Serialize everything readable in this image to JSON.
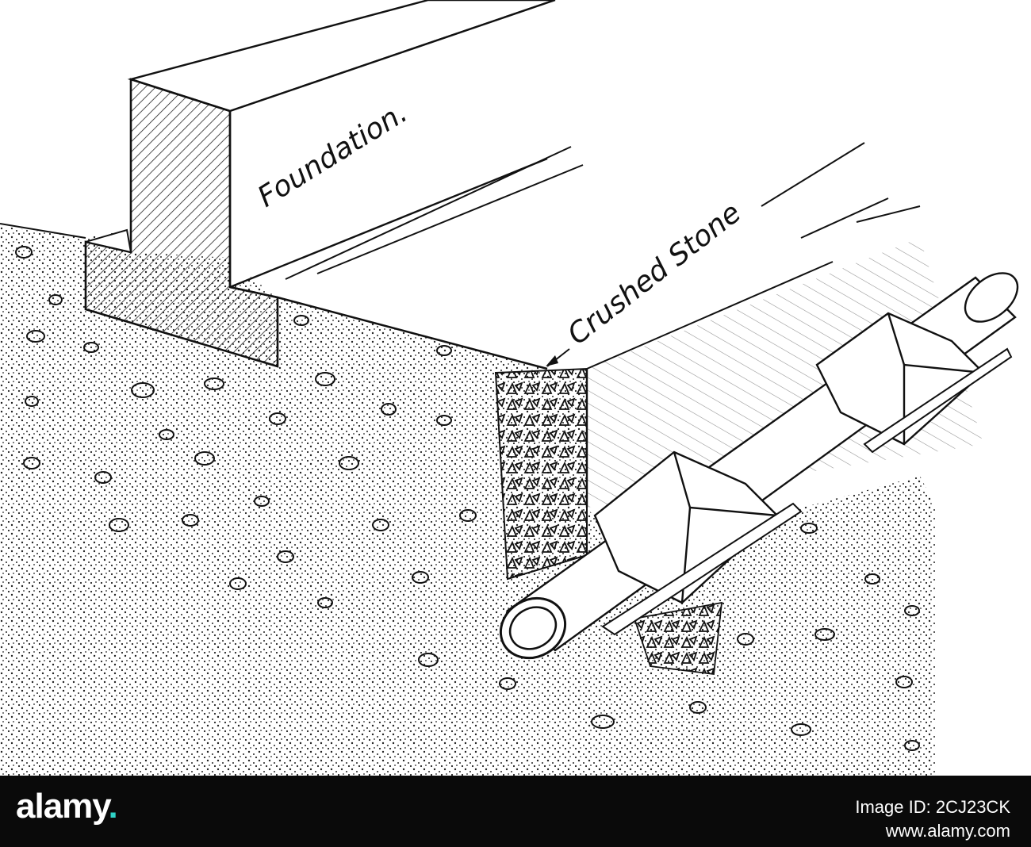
{
  "diagram": {
    "labels": {
      "foundation": "Foundation.",
      "crushed_stone": "Crushed Stone"
    }
  },
  "watermark": {
    "brand_main": "alamy",
    "brand_dot": ".",
    "line1": "Image ID: 2CJ23CK",
    "line2": "www.alamy.com"
  }
}
